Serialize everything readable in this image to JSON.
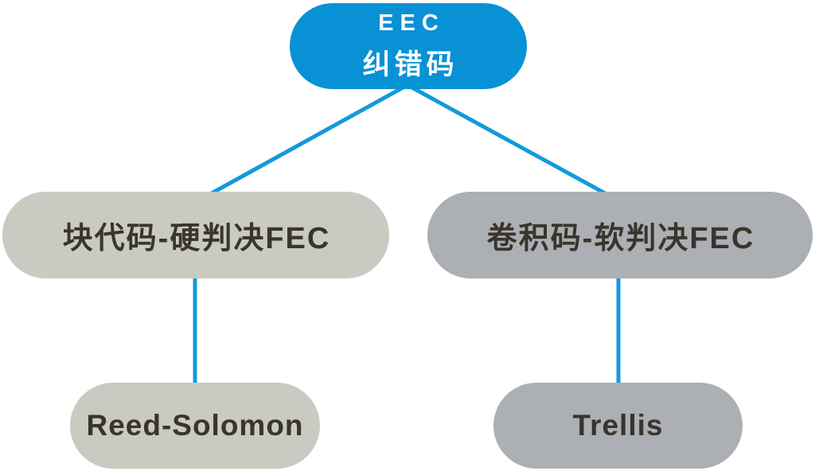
{
  "colors": {
    "background": "#ffffff",
    "root_fill": "#0991d5",
    "line": "#1399dc",
    "block_fill": "#c9cac1",
    "conv_fill": "#acafb3",
    "text_dark": "#3a342d",
    "text_light": "#ffffff"
  },
  "diagram": {
    "type": "tree",
    "root": {
      "id": "eec",
      "label_line1": "EEC",
      "label_line2": "纠错码"
    },
    "children": [
      {
        "id": "block-hard-fec",
        "label": "块代码-硬判决FEC",
        "child": {
          "id": "reed-solomon",
          "label": "Reed-Solomon"
        }
      },
      {
        "id": "conv-soft-fec",
        "label": "卷积码-软判决FEC",
        "child": {
          "id": "trellis",
          "label": "Trellis"
        }
      }
    ],
    "edges": [
      {
        "from": "eec",
        "to": "block-hard-fec"
      },
      {
        "from": "eec",
        "to": "conv-soft-fec"
      },
      {
        "from": "block-hard-fec",
        "to": "reed-solomon"
      },
      {
        "from": "conv-soft-fec",
        "to": "trellis"
      }
    ]
  }
}
